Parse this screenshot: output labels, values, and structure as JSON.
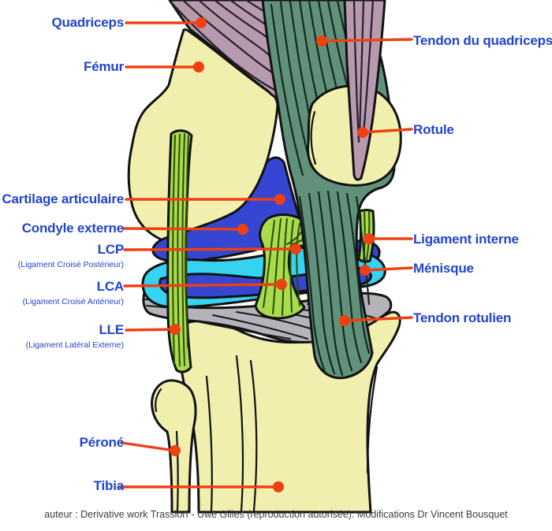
{
  "diagram": {
    "title_hidden": "",
    "caption": "auteur : Derivative work Trassiorf - Uwe Gilles (reproduction autorisée). Modifications Dr Vincent Bousquet",
    "labels_left": [
      {
        "label": "Quadriceps"
      },
      {
        "label": "Fémur"
      },
      {
        "label": "Cartilage articulaire"
      },
      {
        "label": "Condyle externe"
      },
      {
        "label": "LCP",
        "sub": "(Ligament Croisé Postérieur)"
      },
      {
        "label": "LCA",
        "sub": "(Ligament Croisé Antérieur)"
      },
      {
        "label": "LLE",
        "sub": "(Ligament Latéral Externe)"
      },
      {
        "label": "Péroné"
      },
      {
        "label": "Tibia"
      }
    ],
    "labels_right": [
      {
        "label": "Tendon du quadriceps"
      },
      {
        "label": "Rotule"
      },
      {
        "label": "Ligament interne"
      },
      {
        "label": "Ménisque"
      },
      {
        "label": "Tendon rotulien"
      }
    ],
    "colors": {
      "bone": "#f1efae",
      "muscle": "#b79aae",
      "tendon": "#61917b",
      "cartilage": "#3446d2",
      "meniscus": "#35d3f0",
      "ligament": "#a8dc4c",
      "capsule": "#b3b3b9",
      "outline": "#121212",
      "leader": "#ee4012",
      "label_text": "#2244cc"
    }
  }
}
